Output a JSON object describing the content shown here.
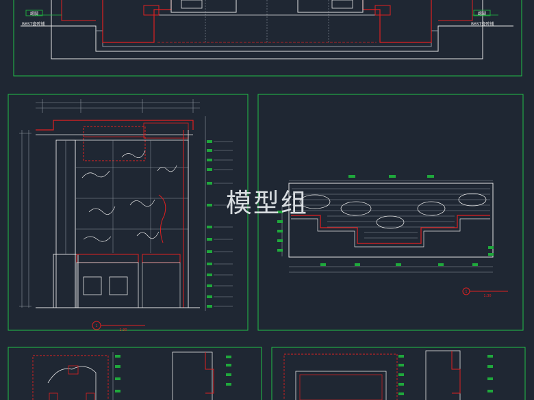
{
  "watermark": "模型组",
  "colors": {
    "background": "#1f2733",
    "frame_green": "#22c24a",
    "line_red": "#e02020",
    "line_white": "#e6e6e6",
    "line_gray": "#8f97a0",
    "tag_green": "#1fa83c"
  },
  "top_panel": {
    "left_tag": "踢脚",
    "left_note": "B6ST瓷砖铺",
    "right_tag": "踢脚",
    "right_note": "B6ST瓷砖铺"
  },
  "elevation_panel": {
    "caption": "1",
    "scale": "1:30"
  },
  "ceiling_panel": {
    "caption": "1",
    "scale": "1:30"
  }
}
